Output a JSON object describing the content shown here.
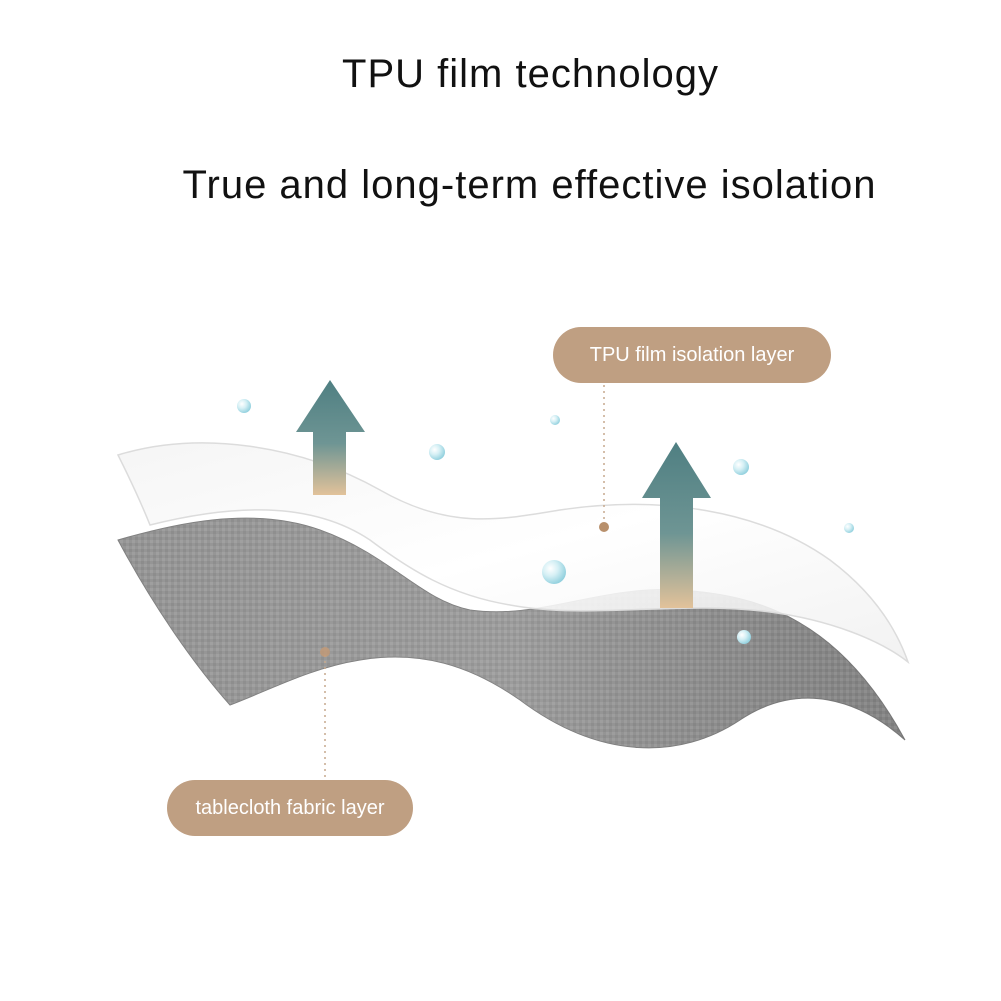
{
  "header": {
    "title": "TPU film technology",
    "subtitle": "True and long-term effective isolation"
  },
  "labels": {
    "film_layer": "TPU film isolation layer",
    "fabric_layer": "tablecloth fabric layer"
  },
  "icons": {
    "arrows": "up-arrow-icon",
    "droplets": "water-droplet-icon"
  },
  "colors": {
    "label_pill": "#bf9f82",
    "fabric": "#8f8f8f",
    "arrow_top": "#4f7f82",
    "arrow_bottom": "#d8b890",
    "droplet": "#a8dbe6"
  }
}
